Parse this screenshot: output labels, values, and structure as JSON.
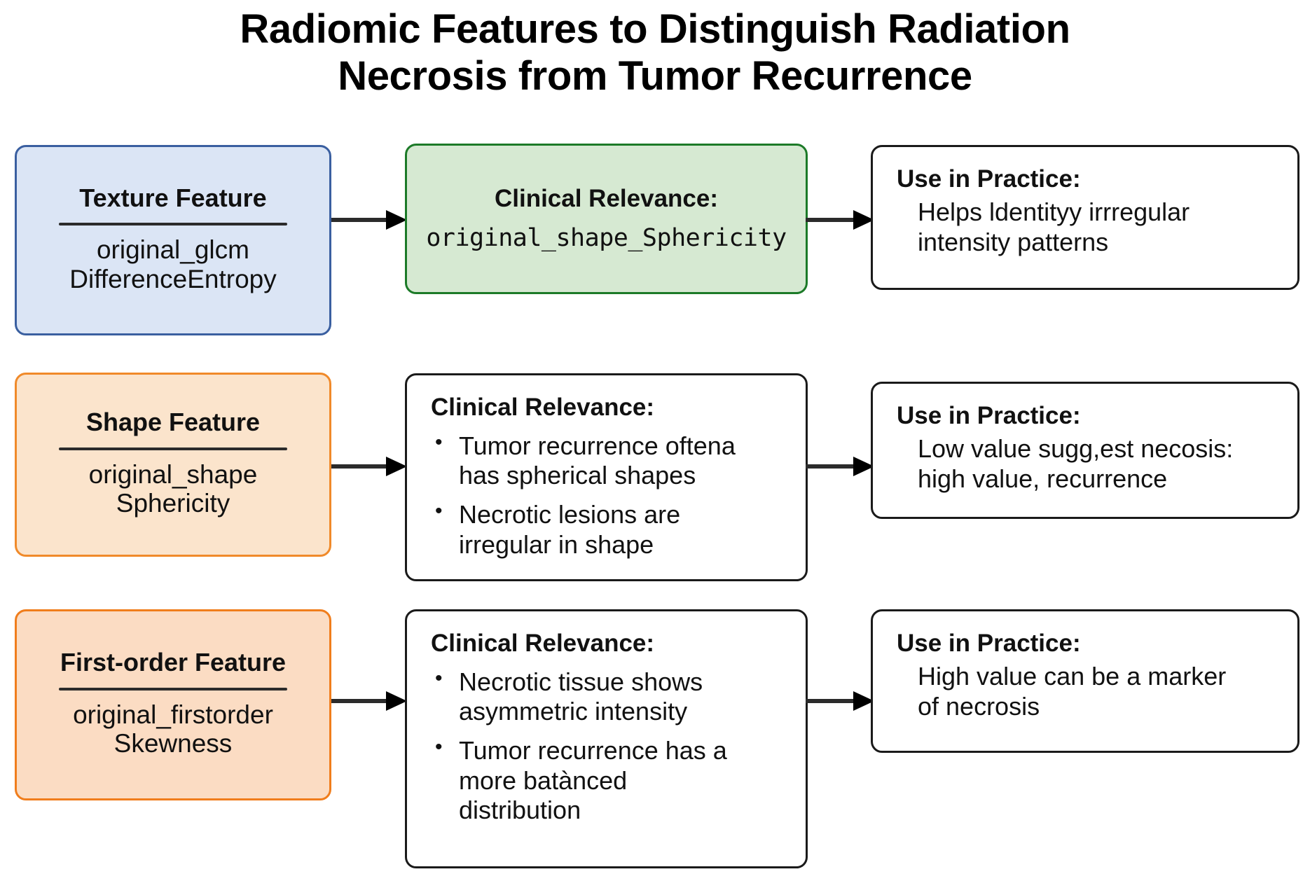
{
  "title": {
    "line1": "Radiomic Features to Distinguish Radiation",
    "line2": "Necrosis from Tumor Recurrence"
  },
  "colors": {
    "texture_fill": "#dbe5f5",
    "texture_border": "#3a5fa0",
    "relevance_fill": "#d6e9d2",
    "relevance_border": "#1c7a28",
    "shape_fill": "#fbe4cc",
    "shape_border": "#f08a2a",
    "firstorder_fill": "#fbdcc3",
    "firstorder_border": "#f07d1c",
    "plain_border": "#1a1a1a",
    "text": "#111111",
    "background": "#ffffff"
  },
  "rows": [
    {
      "feature": {
        "title": "Texture Feature",
        "name_line1": "original_glcm",
        "name_line2": "DifferenceEntropy"
      },
      "relevance": {
        "heading": "Clinical Relevance:",
        "mono_value": "original_shape_Sphericity",
        "bullets": []
      },
      "practice": {
        "heading": "Use in Practice:",
        "line1": "Helps ldentityy irrregular",
        "line2": "intensity patterns",
        "line3": ""
      }
    },
    {
      "feature": {
        "title": "Shape Feature",
        "name_line1": "original_shape",
        "name_line2": "Sphericity"
      },
      "relevance": {
        "heading": "Clinical Relevance:",
        "mono_value": "",
        "bullets": [
          {
            "line1": "Tumor recurrence oftena",
            "line2": "has spherical shapes",
            "line3": ""
          },
          {
            "line1": "Necrotic lesions are",
            "line2": "irregular in shape",
            "line3": ""
          }
        ]
      },
      "practice": {
        "heading": "Use in Practice:",
        "line1": "Low value sugg,est necosis:",
        "line2": "high value, recurrence",
        "line3": ""
      }
    },
    {
      "feature": {
        "title": "First-order Feature",
        "name_line1": "original_firstorder",
        "name_line2": "Skewness"
      },
      "relevance": {
        "heading": "Clinical Relevance:",
        "mono_value": "",
        "bullets": [
          {
            "line1": "Necrotic tissue shows",
            "line2": "asymmetric intensity",
            "line3": ""
          },
          {
            "line1": "Tumor recurrence has a",
            "line2": "more batànced",
            "line3": "distribution"
          }
        ]
      },
      "practice": {
        "heading": "Use in Practice:",
        "line1": "High value can be a marker",
        "line2": "of necrosis",
        "line3": ""
      }
    }
  ],
  "arrows": {
    "icon": "arrow-right-icon",
    "count": 6
  }
}
